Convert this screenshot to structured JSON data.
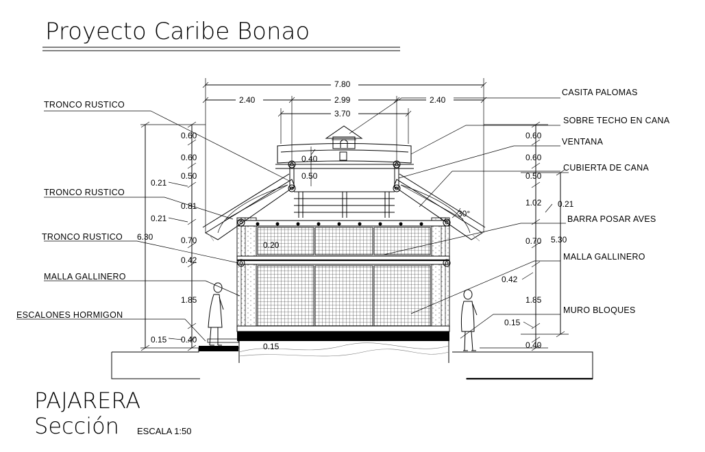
{
  "title": "Proyecto Caribe Bonao",
  "heading": "PAJARERA",
  "subheading": "Sección",
  "scale": "ESCALA 1:50",
  "labels_left": {
    "tronco1": "TRONCO RUSTICO",
    "tronco2": "TRONCO RUSTICO",
    "tronco3": "TRONCO RUSTICO",
    "malla": "MALLA GALLINERO",
    "escalones": "ESCALONES HORMIGON"
  },
  "labels_right": {
    "casita": "CASITA PALOMAS",
    "sobre_techo": "SOBRE TECHO EN CANA",
    "ventana": "VENTANA",
    "cubierta": "CUBIERTA DE CANA",
    "barra": "BARRA  POSAR AVES",
    "malla": "MALLA GALLINERO",
    "muro": "MURO BLOQUES"
  },
  "dims_top": {
    "total": "7.80",
    "left": "2.40",
    "mid": "2.99",
    "right": "2.40",
    "inner": "3.70"
  },
  "dims_left": {
    "d1": "0.60",
    "d2": "0.60",
    "d3": "0.50",
    "d4": "0.21",
    "d5": "0.81",
    "d6": "0.21",
    "d7": "0.70",
    "d8": "0.42",
    "d9": "1.85",
    "d10": "0.15",
    "d11": "0.40",
    "overall": "6.30"
  },
  "dims_right": {
    "d1": "0.60",
    "d2": "0.60",
    "d3": "0.50",
    "d4": "1.02",
    "d5": "0.21",
    "d6": "0.70",
    "d7": "0.42",
    "d8": "1.85",
    "d9": "0.15",
    "d10": "0.40",
    "overall": "5.30"
  },
  "dims_inner": {
    "a": "0.40",
    "b": "0.50",
    "c": "0.20",
    "d": "0.15"
  },
  "angle": "30°"
}
